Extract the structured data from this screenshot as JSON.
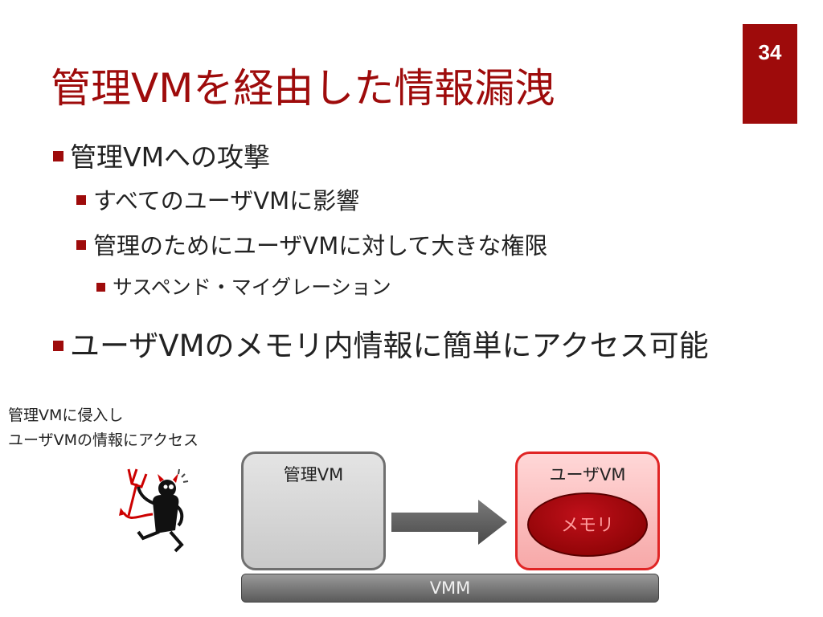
{
  "slide": {
    "page_number": "34",
    "title": "管理VMを経由した情報漏洩"
  },
  "bullets": [
    {
      "level": 1,
      "text": "管理VMへの攻撃"
    },
    {
      "level": 2,
      "text": "すべてのユーザVMに影響"
    },
    {
      "level": 2,
      "text": "管理のためにユーザVMに対して大きな権限"
    },
    {
      "level": 3,
      "text": "サスペンド・マイグレーション"
    },
    {
      "level": 1,
      "text": "ユーザVMのメモリ内情報に簡単にアクセス可能"
    }
  ],
  "diagram": {
    "caption_line1": "管理VMに侵入し",
    "caption_line2": "ユーザVMの情報にアクセス",
    "attacker_icon": "devil-icon",
    "mgmt_vm_label": "管理VM",
    "user_vm_label": "ユーザVM",
    "memory_label": "メモリ",
    "vmm_label": "VMM"
  },
  "colors": {
    "accent": "#9e0b0b",
    "user_vm_border": "#e02525",
    "memory_fill": "#a00a12"
  }
}
